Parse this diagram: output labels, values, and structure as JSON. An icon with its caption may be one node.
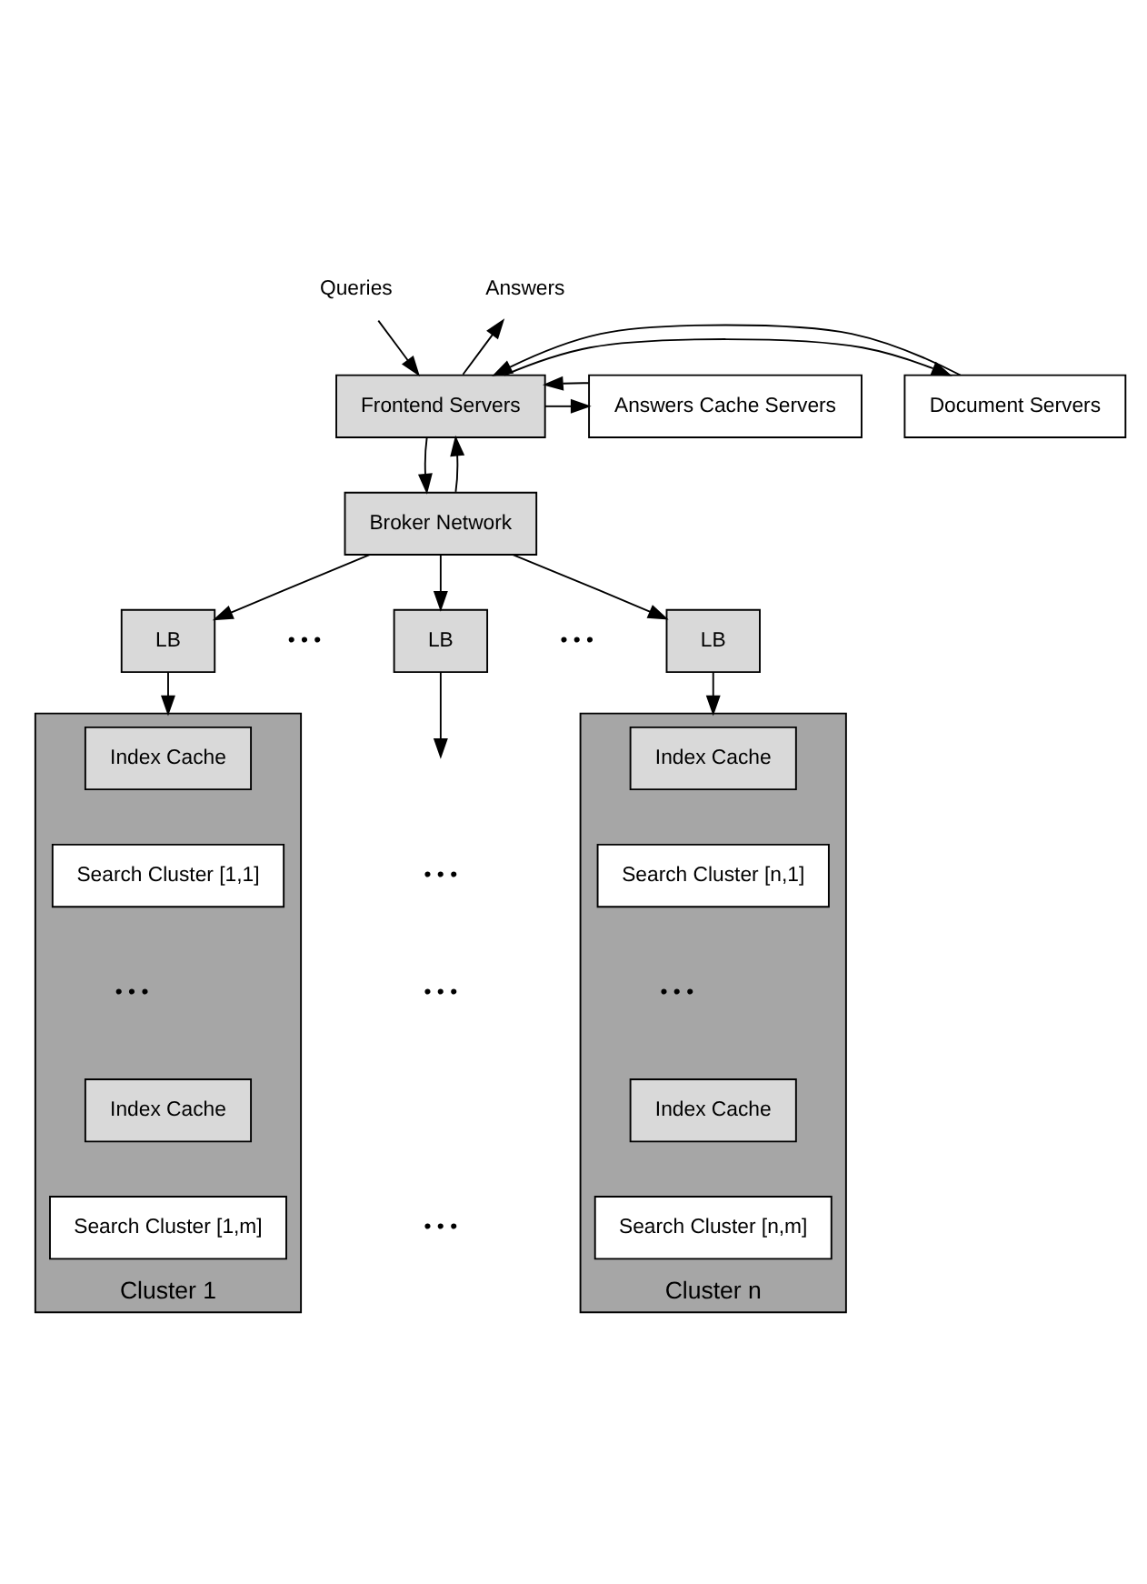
{
  "diagram": {
    "nodes": [
      {
        "text": [
          "Queries"
        ]
      },
      {
        "text": [
          "Answers"
        ]
      },
      {
        "text": [
          "Answers Cache Servers"
        ]
      },
      {
        "text": [
          "Frontend Servers"
        ]
      },
      {
        "text": [
          "Document Servers"
        ]
      },
      {
        "text": [
          "Broker Network"
        ]
      },
      {
        "text": [
          "LB"
        ]
      },
      {
        "text": [
          "LB"
        ]
      },
      {
        "text": [
          "LB"
        ]
      },
      {
        "text": [
          "Cluster 1"
        ]
      },
      {
        "text": [
          "Index Cache"
        ],
        "in": 9
      },
      {
        "text": [
          "Search Cluster [1,1]"
        ],
        "in": 9
      },
      {
        "text": [
          "Index Cache"
        ],
        "in": 9
      },
      {
        "text": [
          "Search Cluster [1,m]"
        ],
        "in": 9
      },
      {
        "text": [
          "Cluster n"
        ]
      },
      {
        "text": [
          "Index Cache"
        ],
        "in": 14
      },
      {
        "text": [
          "Search Cluster [n,1]"
        ],
        "in": 14
      },
      {
        "text": [
          "Index Cache"
        ],
        "in": 14
      },
      {
        "text": [
          "Search Cluster [n,m]"
        ],
        "in": 14
      }
    ],
    "edges": [
      {
        "from": 0,
        "to": 3,
        "arrow": "to"
      },
      {
        "from": 3,
        "to": 1,
        "arrow": "to"
      },
      {
        "from": 3,
        "to": 2,
        "arrow": "to"
      },
      {
        "from": 2,
        "to": 3,
        "arrow": "to"
      },
      {
        "from": 3,
        "to": 4,
        "arrow": "to"
      },
      {
        "from": 4,
        "to": 3,
        "arrow": "to"
      },
      {
        "from": 3,
        "to": 5,
        "arrow": "to"
      },
      {
        "from": 5,
        "to": 3,
        "arrow": "to"
      },
      {
        "from": 5,
        "to": 6,
        "arrow": "to"
      },
      {
        "from": 5,
        "to": 7,
        "arrow": "to"
      },
      {
        "from": 5,
        "to": 8,
        "arrow": "to"
      },
      {
        "from": 6,
        "to": 9,
        "arrow": "to"
      },
      {
        "from": 7,
        "to": null,
        "arrow": "to"
      },
      {
        "from": 8,
        "to": 14,
        "arrow": "to"
      }
    ],
    "labels": [
      "• • •",
      "• • •",
      "• • •",
      "• • •",
      "• • •",
      "• • •",
      "• • •"
    ]
  }
}
